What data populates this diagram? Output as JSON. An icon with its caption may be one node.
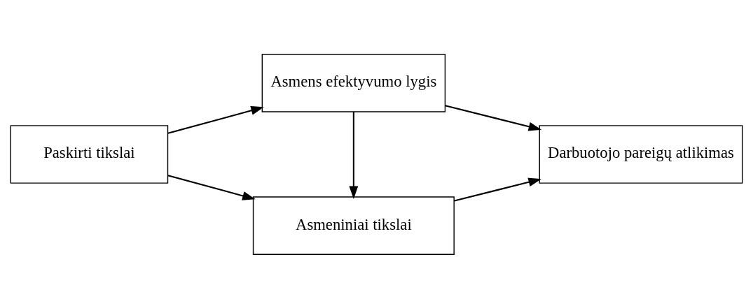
{
  "diagram": {
    "nodes": [
      {
        "text": [
          "Paskirti tikslai"
        ]
      },
      {
        "text": [
          "Asmens efektyvumo lygis"
        ]
      },
      {
        "text": [
          "Asmeniniai tikslai"
        ]
      },
      {
        "text": [
          "Darbuotojo pareigų atlikimas"
        ]
      }
    ],
    "edges": [
      {
        "from": 0,
        "to": 1,
        "arrow": "to"
      },
      {
        "from": 0,
        "to": 2,
        "arrow": "to"
      },
      {
        "from": 1,
        "to": 2,
        "arrow": "to"
      },
      {
        "from": 1,
        "to": 3,
        "arrow": "to"
      },
      {
        "from": 2,
        "to": 3,
        "arrow": "to"
      }
    ]
  }
}
